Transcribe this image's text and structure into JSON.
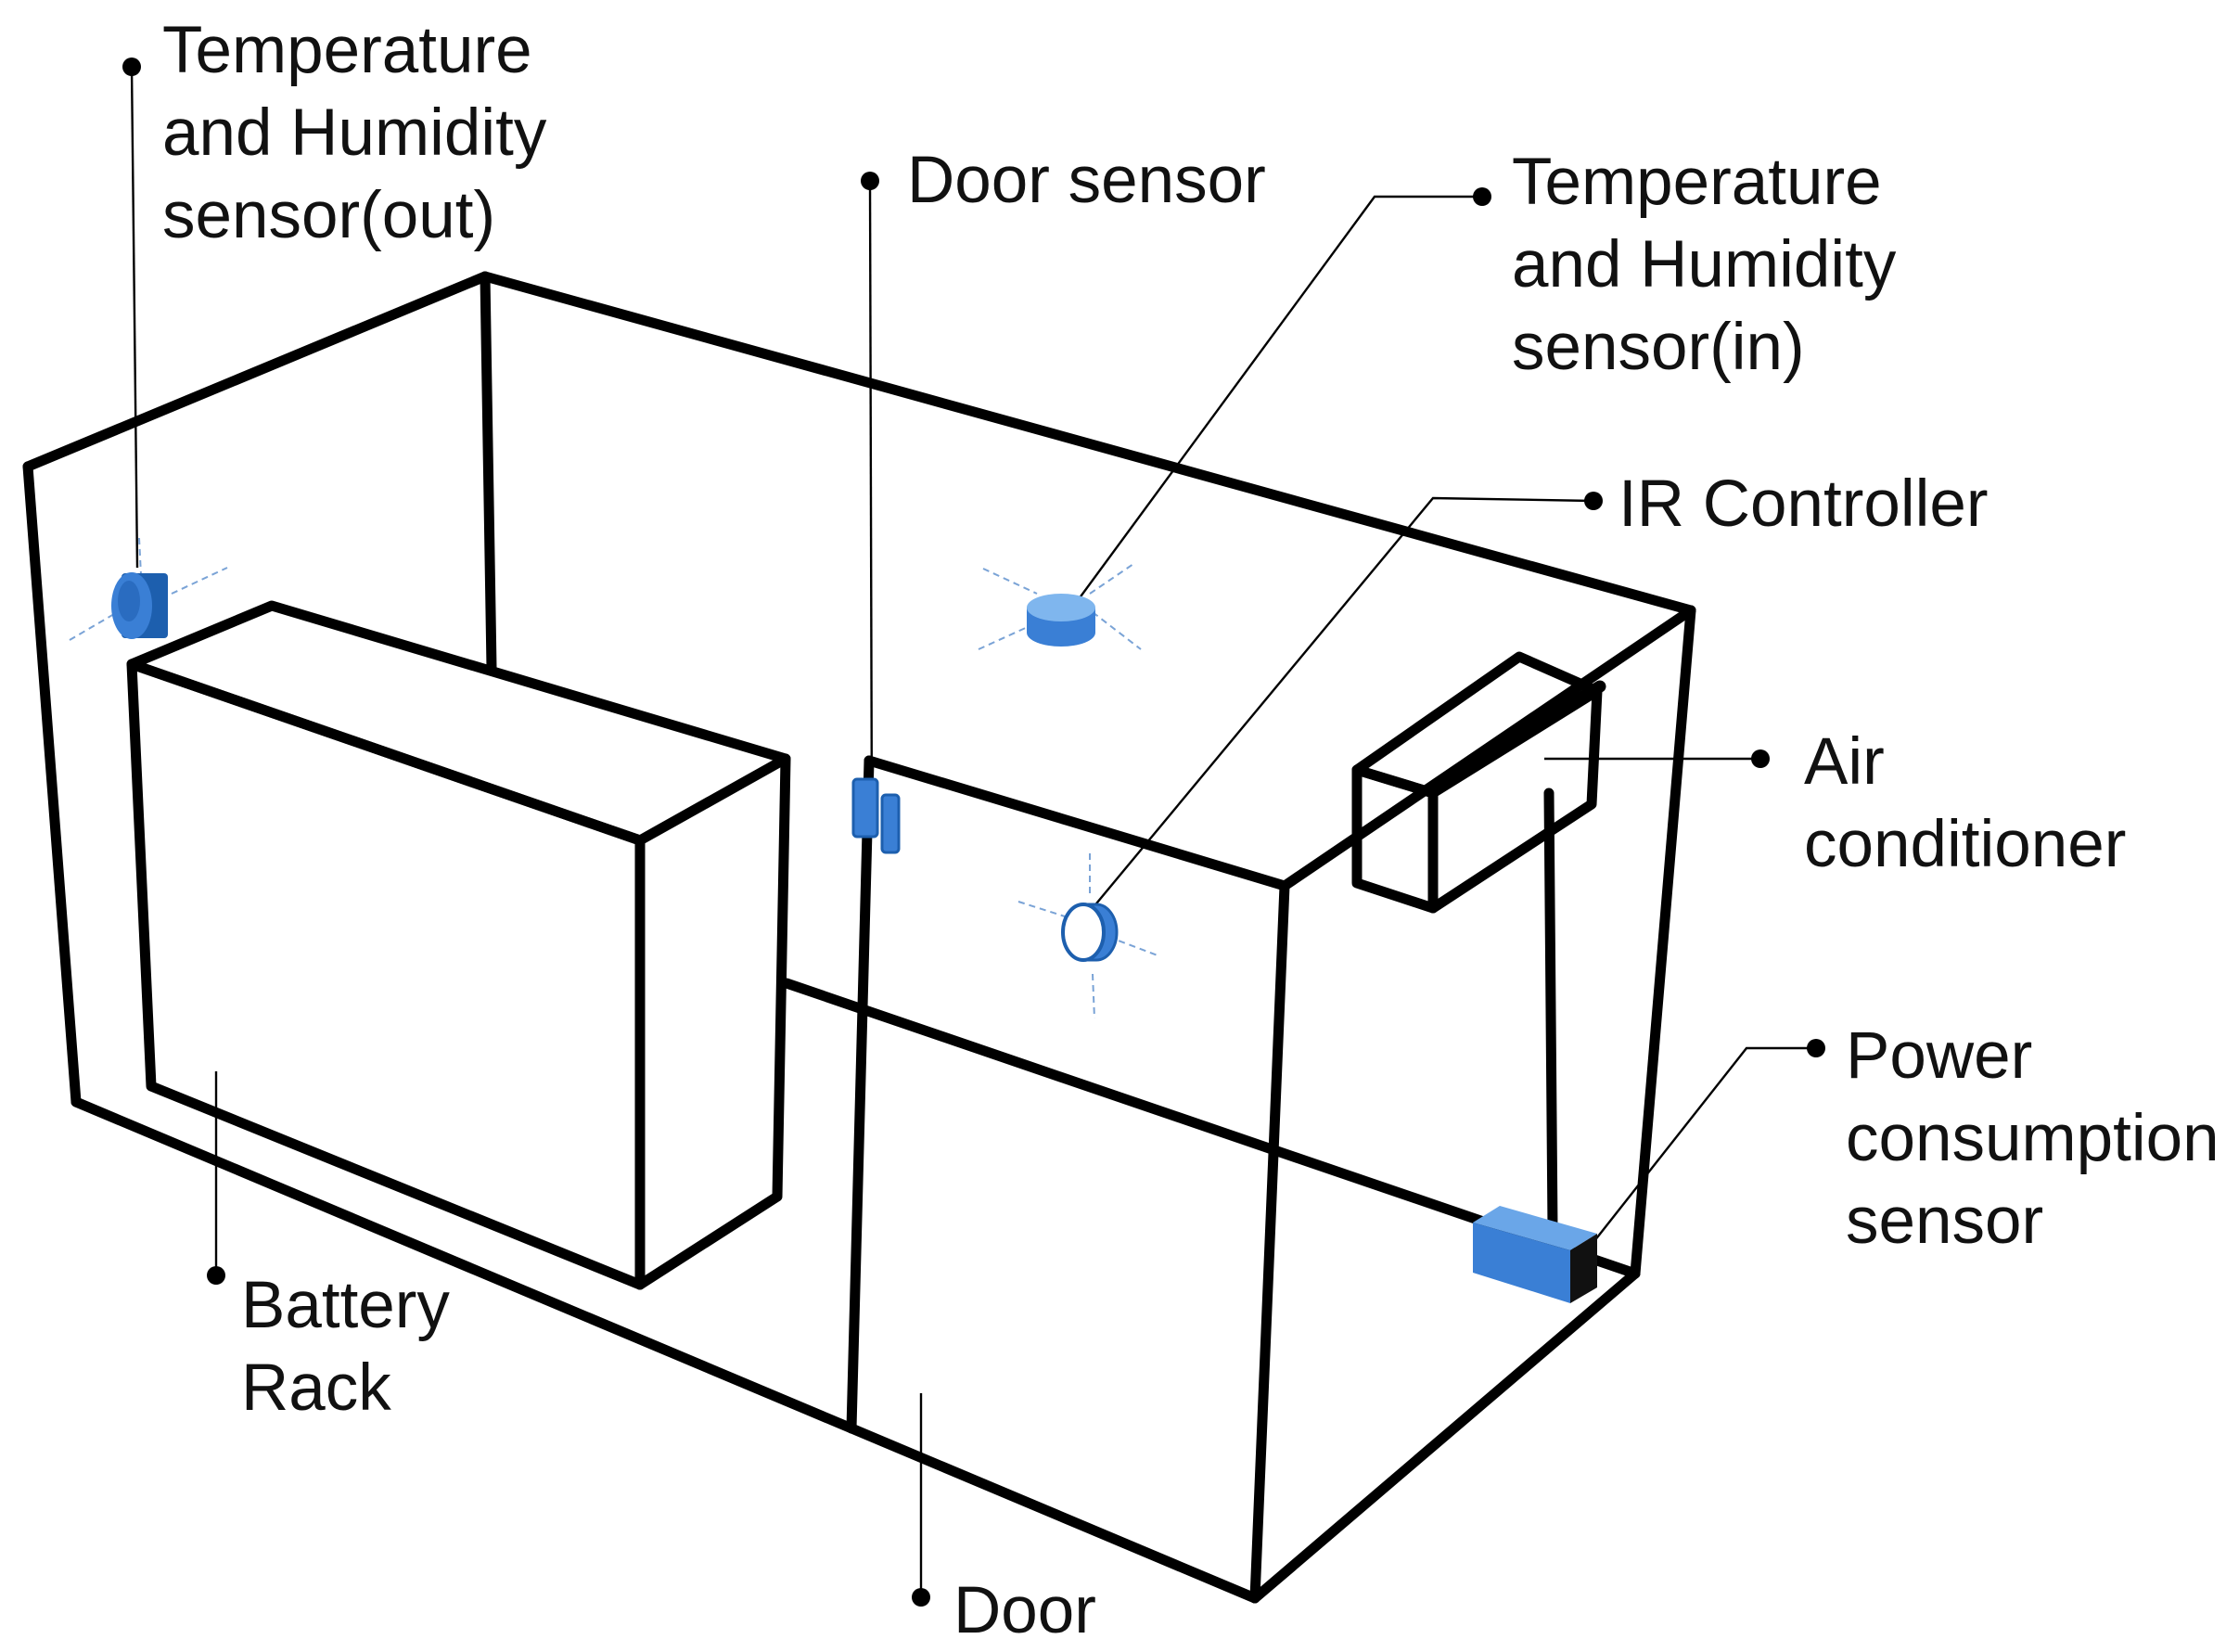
{
  "labels": {
    "th_out": [
      "Temperature",
      "and Humidity",
      "sensor(out)"
    ],
    "door_sensor": [
      "Door sensor"
    ],
    "th_in": [
      "Temperature",
      "and Humidity",
      "sensor(in)"
    ],
    "ir_controller": [
      "IR Controller"
    ],
    "air_conditioner": [
      "Air",
      "conditioner"
    ],
    "power_sensor": [
      "Power",
      "consumption",
      "sensor"
    ],
    "battery_rack": [
      "Battery",
      "Rack"
    ],
    "door": [
      "Door"
    ]
  },
  "colors": {
    "sensor_fill": "#3a7fd5",
    "sensor_dark": "#1d5fae",
    "sensor_top": "#7fb6ee",
    "outline": "#000000"
  },
  "icons": [
    "cylinder-sensor-icon",
    "door-contact-icon",
    "ir-emitter-icon",
    "power-box-icon"
  ]
}
